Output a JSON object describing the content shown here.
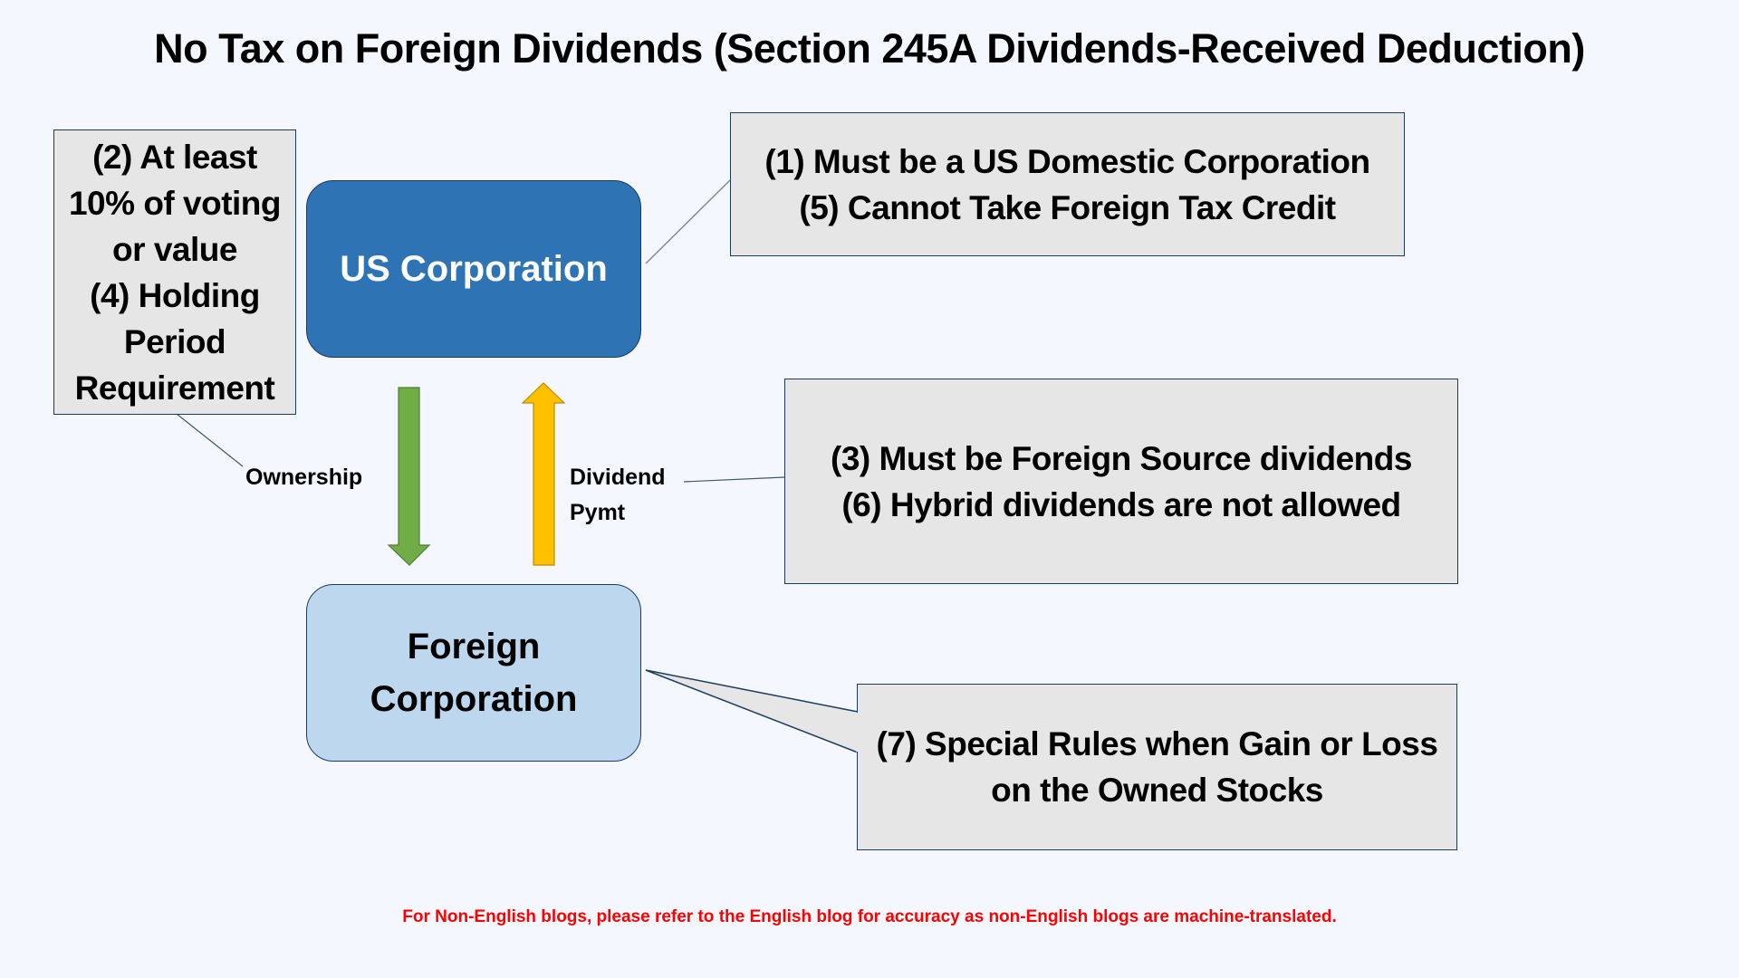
{
  "title": "No Tax on Foreign Dividends (Section 245A Dividends-Received Deduction)",
  "entities": {
    "us_corporation": "US Corporation",
    "foreign_corporation": [
      "Foreign",
      "Corporation"
    ]
  },
  "flows": {
    "ownership": "Ownership",
    "dividend": [
      "Dividend",
      "Pymt"
    ]
  },
  "callouts": {
    "ownership_requirements": [
      "(2) At least",
      "10% of voting",
      "or value",
      "(4) Holding",
      "Period",
      "Requirement"
    ],
    "us_corp_requirements": [
      "(1) Must be a US Domestic Corporation",
      "(5) Cannot Take Foreign Tax Credit"
    ],
    "dividend_requirements": [
      "(3) Must be Foreign Source dividends",
      "(6) Hybrid dividends are not allowed"
    ],
    "foreign_corp_rules": [
      "(7) Special Rules when Gain or Loss",
      "on the Owned Stocks"
    ]
  },
  "footer": "For Non-English blogs, please refer to the English blog for accuracy as non-English blogs are machine-translated.",
  "colors": {
    "background": "#F4F8FE",
    "us_corp_fill": "#2E74B5",
    "foreign_corp_fill": "#BDD7EE",
    "callout_fill": "#E6E6E6",
    "ownership_arrow": "#70AD47",
    "dividend_arrow": "#FFC000",
    "footer_text": "#FF0000"
  }
}
